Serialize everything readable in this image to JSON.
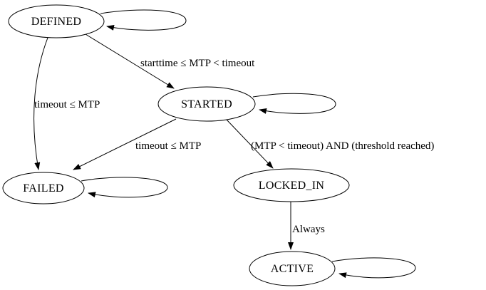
{
  "colors": {
    "background": "#ffffff",
    "node_fill": "#ffffff",
    "node_stroke": "#000000",
    "edge_color": "#000000",
    "text_color": "#000000"
  },
  "nodes": [
    {
      "id": "DEFINED",
      "label": "DEFINED",
      "self_transition": true
    },
    {
      "id": "STARTED",
      "label": "STARTED",
      "self_transition": true
    },
    {
      "id": "FAILED",
      "label": "FAILED",
      "self_transition": true
    },
    {
      "id": "LOCKED_IN",
      "label": "LOCKED_IN",
      "self_transition": true
    },
    {
      "id": "ACTIVE",
      "label": "ACTIVE",
      "self_transition": true
    }
  ],
  "edges": [
    {
      "from": "DEFINED",
      "to": "STARTED",
      "label": "starttime ≤ MTP < timeout"
    },
    {
      "from": "DEFINED",
      "to": "FAILED",
      "label": "timeout ≤ MTP"
    },
    {
      "from": "STARTED",
      "to": "FAILED",
      "label": "timeout ≤ MTP"
    },
    {
      "from": "STARTED",
      "to": "LOCKED_IN",
      "label": "(MTP < timeout) AND (threshold reached)"
    },
    {
      "from": "LOCKED_IN",
      "to": "ACTIVE",
      "label": "Always"
    }
  ]
}
